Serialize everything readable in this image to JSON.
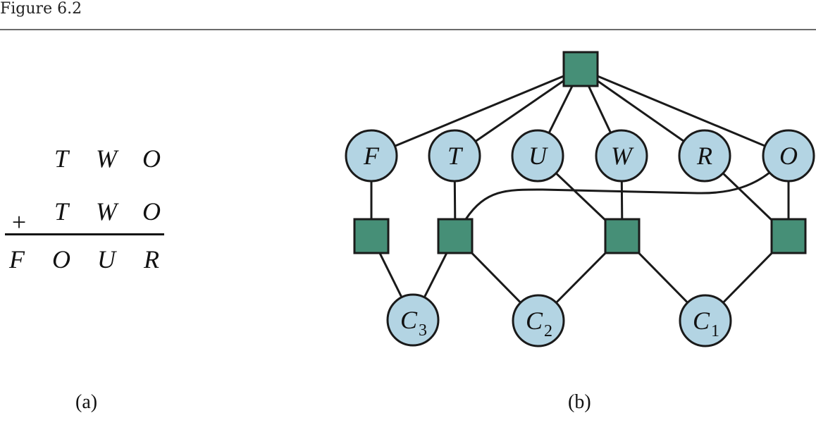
{
  "figure": {
    "title": "Figure 6.2",
    "caption_a": "(a)",
    "caption_b": "(b)"
  },
  "puzzle": {
    "rows": [
      [
        "",
        "T",
        "W",
        "O"
      ],
      [
        "+",
        "T",
        "W",
        "O"
      ],
      [
        "F",
        "O",
        "U",
        "R"
      ]
    ]
  },
  "graph": {
    "colors": {
      "variable_fill": "#b3d4e3",
      "constraint_fill": "#468f77",
      "stroke": "#1a1a1a"
    },
    "variables": [
      {
        "id": "F",
        "label": "F",
        "sub": ""
      },
      {
        "id": "T",
        "label": "T",
        "sub": ""
      },
      {
        "id": "U",
        "label": "U",
        "sub": ""
      },
      {
        "id": "W",
        "label": "W",
        "sub": ""
      },
      {
        "id": "R",
        "label": "R",
        "sub": ""
      },
      {
        "id": "O",
        "label": "O",
        "sub": ""
      },
      {
        "id": "C3",
        "label": "C",
        "sub": "3"
      },
      {
        "id": "C2",
        "label": "C",
        "sub": "2"
      },
      {
        "id": "C1",
        "label": "C",
        "sub": "1"
      }
    ],
    "constraints": [
      {
        "id": "alldiff"
      },
      {
        "id": "k1"
      },
      {
        "id": "k2"
      },
      {
        "id": "k3"
      },
      {
        "id": "k4"
      }
    ],
    "edges": [
      [
        "alldiff",
        "F"
      ],
      [
        "alldiff",
        "T"
      ],
      [
        "alldiff",
        "U"
      ],
      [
        "alldiff",
        "W"
      ],
      [
        "alldiff",
        "R"
      ],
      [
        "alldiff",
        "O"
      ],
      [
        "F",
        "k1"
      ],
      [
        "k1",
        "C3"
      ],
      [
        "T",
        "k2"
      ],
      [
        "k2",
        "C3"
      ],
      [
        "k2",
        "C2"
      ],
      [
        "O",
        "k2"
      ],
      [
        "U",
        "k3"
      ],
      [
        "W",
        "k3"
      ],
      [
        "k3",
        "C2"
      ],
      [
        "k3",
        "C1"
      ],
      [
        "R",
        "k4"
      ],
      [
        "O",
        "k4"
      ],
      [
        "k4",
        "C1"
      ]
    ]
  }
}
